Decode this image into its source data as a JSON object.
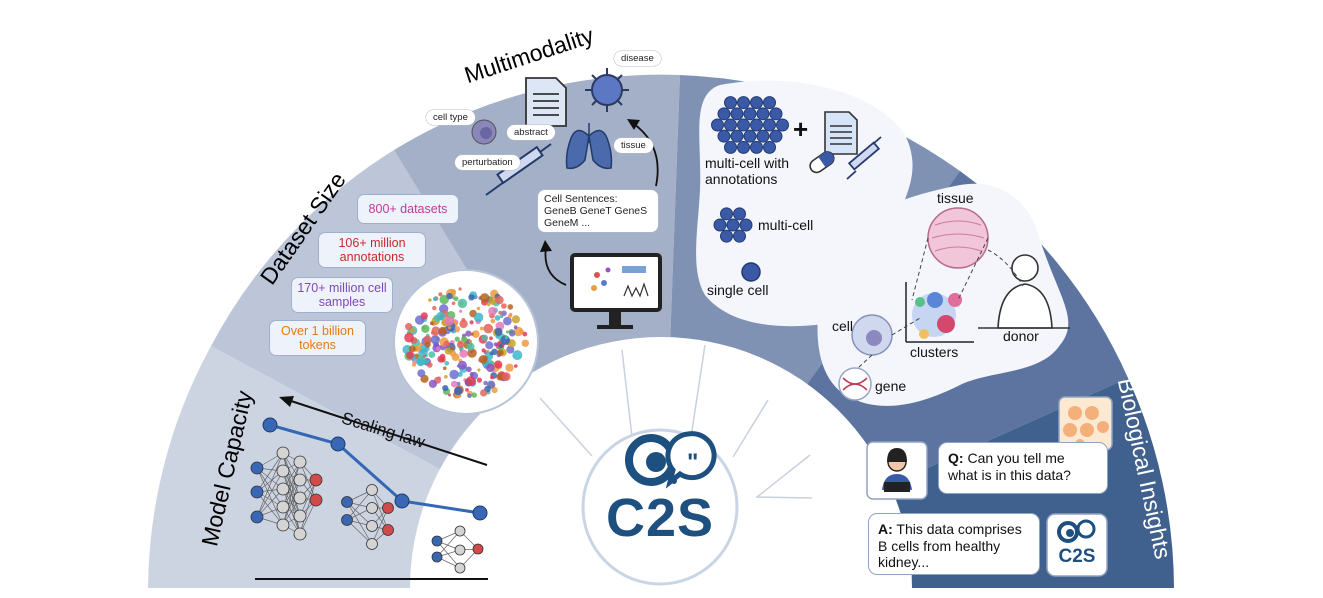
{
  "sections": {
    "model_capacity": {
      "title": "Model Capacity",
      "scaling_label": "Scaling law"
    },
    "dataset_size": {
      "title": "Dataset Size",
      "boxes": [
        {
          "text": "800+ datasets",
          "color": "#c2399a"
        },
        {
          "text": "106+ million annotations",
          "color": "#c62a2a"
        },
        {
          "text": "170+ million cell samples",
          "color": "#7e48b8"
        },
        {
          "text": "Over 1 billion tokens",
          "color": "#e07b14"
        }
      ]
    },
    "multimodality": {
      "title": "Multimodality",
      "tags": {
        "disease": "disease",
        "cell_type": "cell type",
        "abstract": "abstract",
        "tissue": "tissue",
        "perturbation": "perturbation"
      },
      "sentence_box": {
        "line1": "Cell Sentences:",
        "line2": "GeneB GeneT GeneS",
        "line3": "GeneM ..."
      }
    },
    "context_diversity": {
      "title": "Context Diversity",
      "multi_annot": "multi-cell with annotations",
      "plus": "+",
      "multi_cell": "multi-cell",
      "single_cell": "single cell"
    },
    "biological_scales": {
      "title": "Biological Scales",
      "tissue": "tissue",
      "cell": "cell",
      "clusters": "clusters",
      "donor": "donor",
      "gene": "gene"
    },
    "biological_insights": {
      "title": "Biological Insights",
      "question_label": "Q:",
      "question_text": "Can you tell me what is in this data?",
      "answer_label": "A:",
      "answer_text": "This data comprises B cells from healthy kidney...",
      "logo_small": "C2S"
    }
  },
  "center_logo": {
    "text": "C2S",
    "color": "#1d4f7f"
  },
  "colors": {
    "seg1": "#cdd4e1",
    "seg2": "#bcc6d8",
    "seg3": "#a3b0c8",
    "seg4": "#7f92b4",
    "seg5": "#5c749f",
    "seg6": "#40608d",
    "line": "#3468b7",
    "node_blue": "#3a67b4",
    "node_red": "#d14a4a"
  }
}
